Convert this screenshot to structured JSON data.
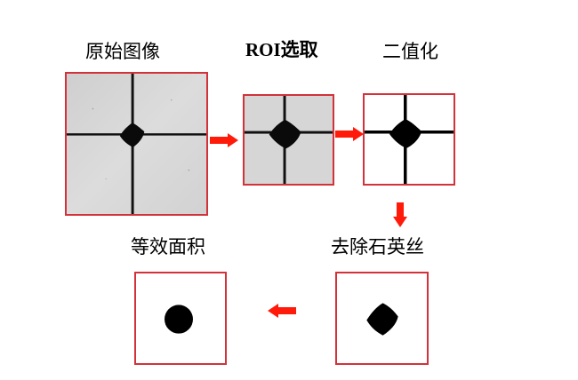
{
  "steps": {
    "original": "原始图像",
    "roi": "ROI选取",
    "binarize": "二值化",
    "remove_quartz": "去除石英丝",
    "equivalent_area": "等效面积"
  },
  "colors": {
    "frame": "#d2323a",
    "arrow": "#ff1a0a",
    "gray_bg": "#d8d8d8",
    "ink": "#000000"
  }
}
